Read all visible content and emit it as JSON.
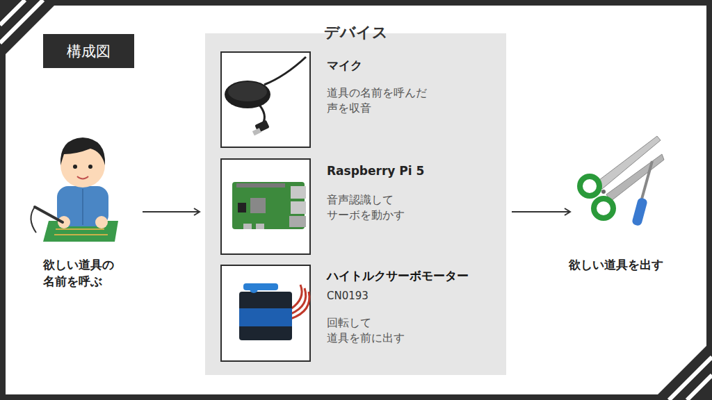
{
  "diagram": {
    "title": "構成図",
    "nodes": [
      {
        "text": [
          "欲しい道具の 名前を呼ぶ"
        ]
      },
      {
        "text": [
          "デバイス"
        ]
      },
      {
        "text": [
          "マイク",
          "道具の名前を呼んだ 声を収音"
        ],
        "in": 1
      },
      {
        "text": [
          "Raspberry Pi 5",
          "音声認識して サーボを動かす"
        ],
        "in": 1
      },
      {
        "text": [
          "ハイトルクサーボモーター",
          "CN0193",
          "回転して 道具を前に出す"
        ],
        "in": 1
      },
      {
        "text": [
          "欲しい道具を出す"
        ]
      }
    ],
    "edges": [
      {
        "from": 0,
        "to": 1,
        "arrow": "to"
      },
      {
        "from": 1,
        "to": 5,
        "arrow": "to"
      }
    ]
  }
}
